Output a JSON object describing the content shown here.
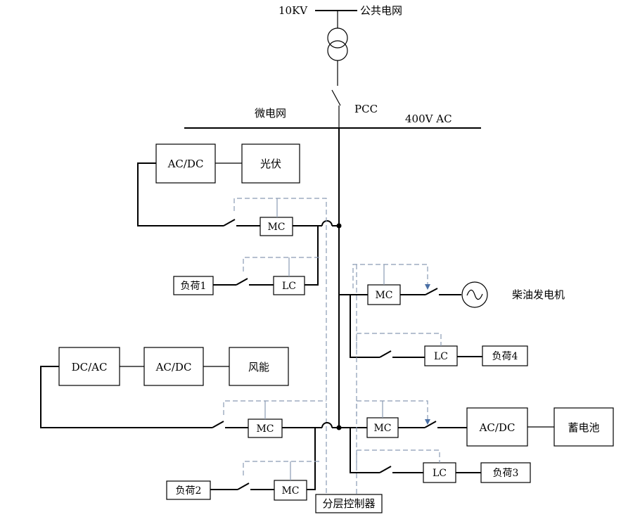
{
  "labels": {
    "grid_voltage": "10KV",
    "public_grid": "公共电网",
    "microgrid": "微电网",
    "pcc": "PCC",
    "bus_voltage": "400V AC",
    "diesel_generator": "柴油发电机",
    "hierarchical_controller": "分层控制器"
  },
  "blocks": {
    "pv_converter": "AC/DC",
    "pv": "光伏",
    "pv_mc": "MC",
    "load1": "负荷1",
    "load1_lc": "LC",
    "wind_dcac": "DC/AC",
    "wind_acdc": "AC/DC",
    "wind": "风能",
    "wind_mc": "MC",
    "load2": "负荷2",
    "load2_mc": "MC",
    "diesel_mc": "MC",
    "load4_lc": "LC",
    "load4": "负荷4",
    "battery_mc": "MC",
    "battery_converter": "AC/DC",
    "battery": "蓄电池",
    "load3_lc": "LC",
    "load3": "负荷3"
  },
  "colors": {
    "line": "#000000",
    "control_link": "#8a9bb3",
    "control_arrow": "#4a6fa5"
  }
}
